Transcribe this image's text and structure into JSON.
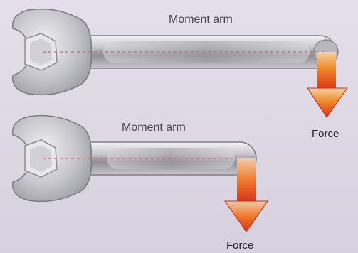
{
  "top_wrench": {
    "moment_arm_label": "Moment arm",
    "force_label": "Force"
  },
  "bottom_wrench": {
    "moment_arm_label": "Moment arm",
    "force_label": "Force"
  }
}
